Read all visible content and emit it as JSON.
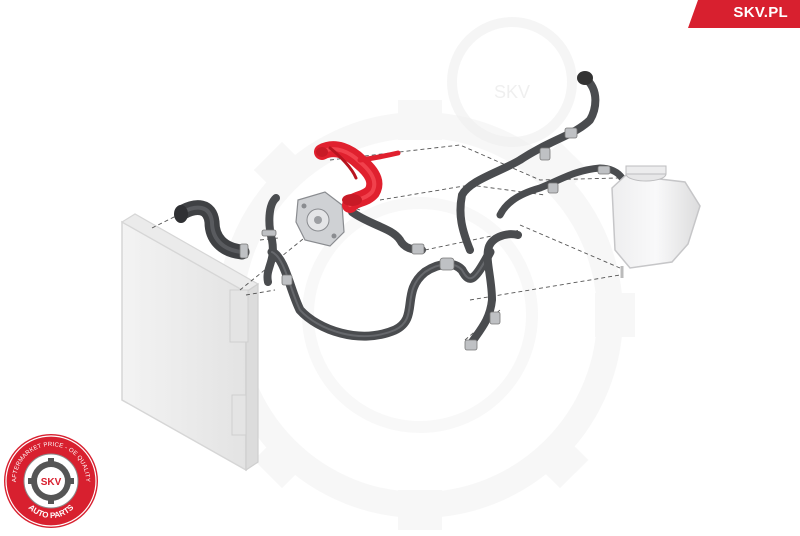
{
  "brand": {
    "site_label": "SKV.PL",
    "accent_color": "#d8202f"
  },
  "watermark": {
    "text": "SKV"
  },
  "seal": {
    "center_text": "SKV",
    "ring_text_top": "AFTERMARKET PRICE - OE QUALITY",
    "ring_text_bottom": "AUTO PARTS",
    "ring_color": "#d8202f"
  },
  "diagram": {
    "highlighted_part_color": "#e0202e",
    "hose_color": "#4a4c4f",
    "leader_line_style": "dashed"
  }
}
